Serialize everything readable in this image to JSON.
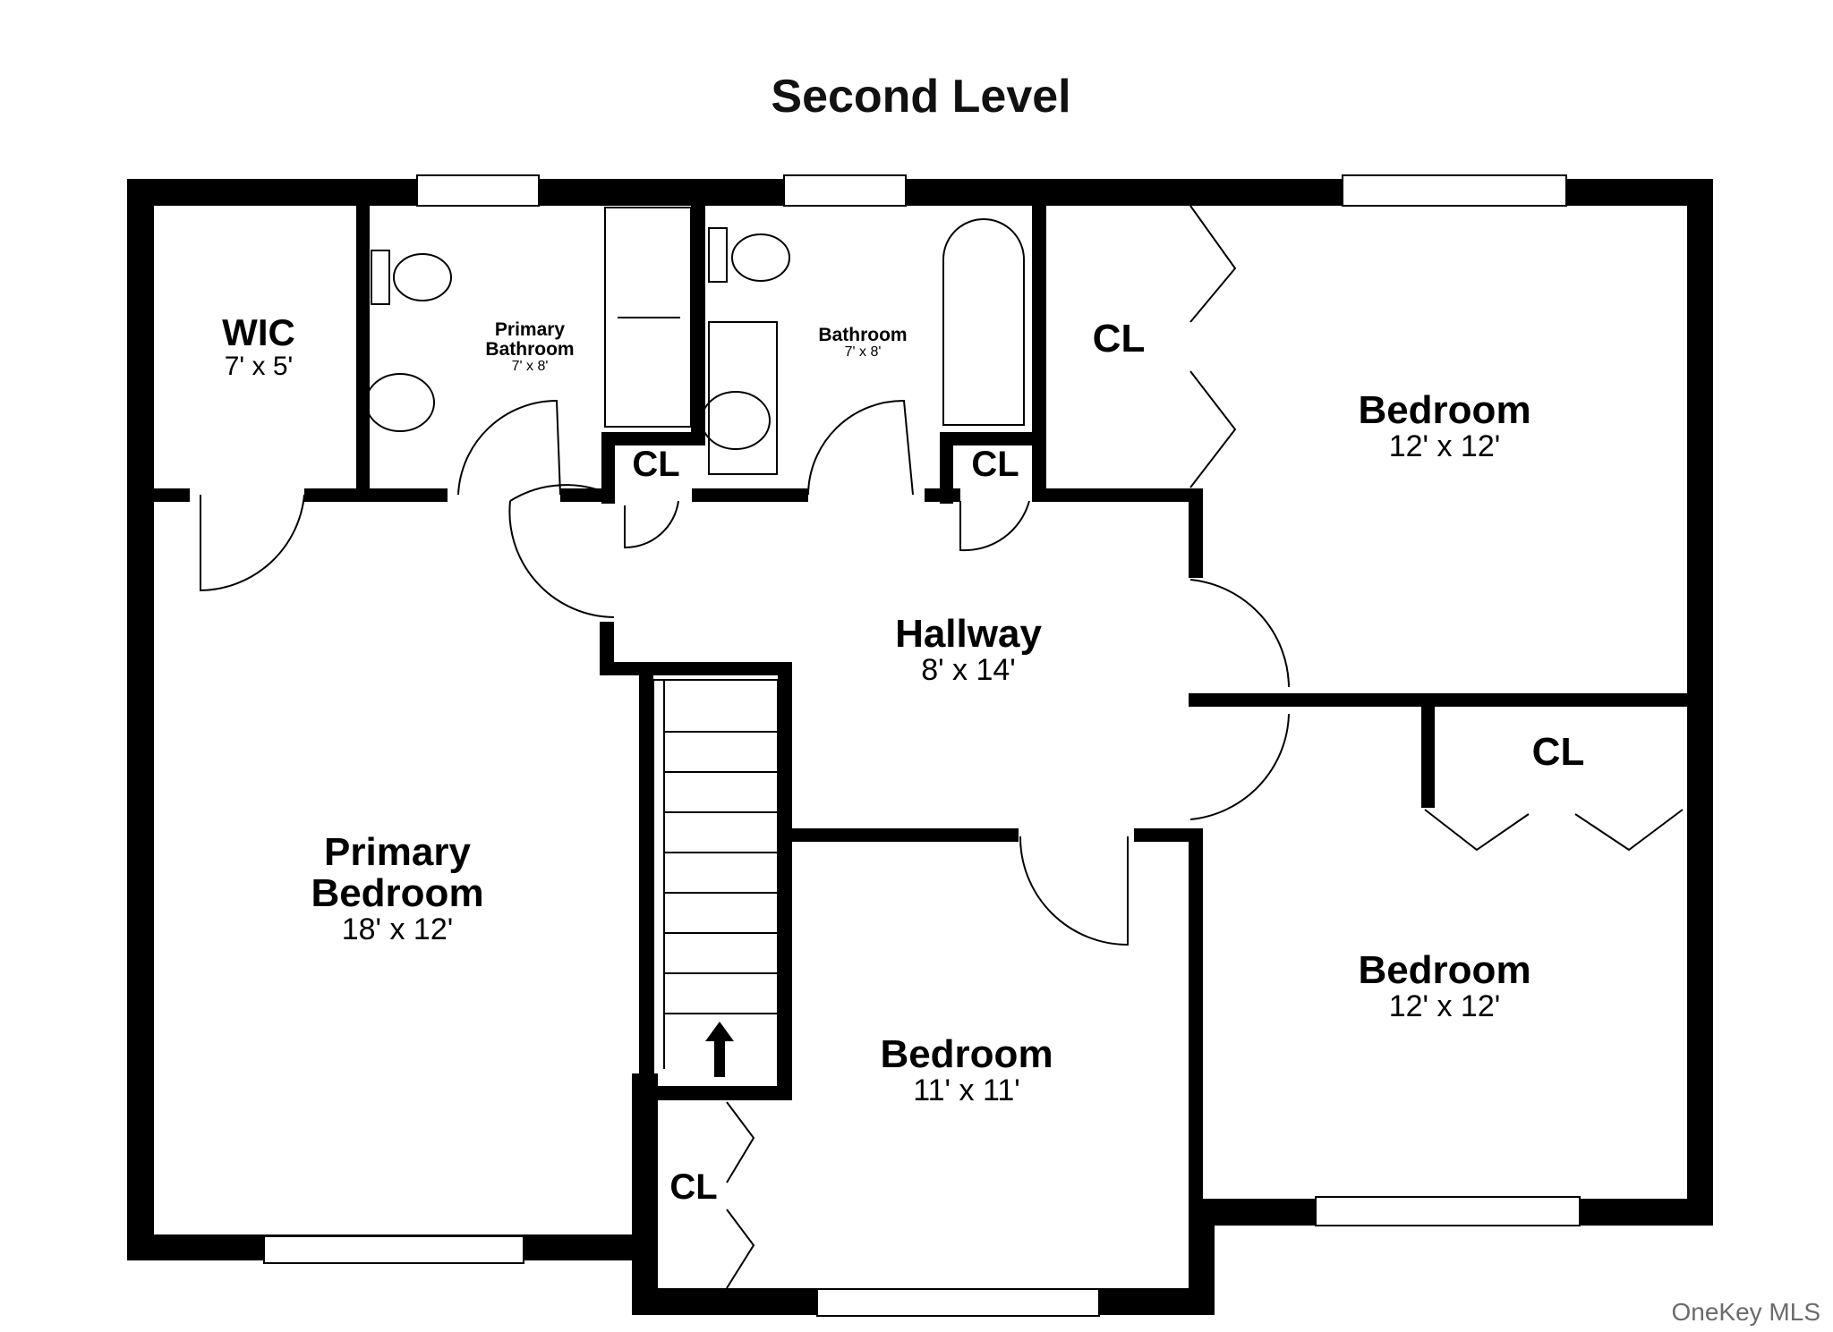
{
  "title": "Second Level",
  "watermark": "OneKey MLS",
  "rooms": {
    "wic": {
      "name": "WIC",
      "size": "7' x 5'"
    },
    "primary_bathroom": {
      "name": "Primary Bathroom",
      "size": "7' x 8'"
    },
    "bathroom": {
      "name": "Bathroom",
      "size": "7' x 8'"
    },
    "bedroom_ne": {
      "name": "Bedroom",
      "size": "12' x 12'"
    },
    "hallway": {
      "name": "Hallway",
      "size": "8' x 14'"
    },
    "primary_bedroom": {
      "name": "Primary Bedroom",
      "size": "18' x 12'"
    },
    "bedroom_se": {
      "name": "Bedroom",
      "size": "12' x 12'"
    },
    "bedroom_s": {
      "name": "Bedroom",
      "size": "11' x 11'"
    }
  },
  "closets": {
    "cl_1": "CL",
    "cl_2": "CL",
    "cl_3": "CL",
    "cl_4": "CL",
    "cl_5": "CL"
  },
  "colors": {
    "wall": "#000000",
    "window": "#ffffff",
    "watermark": "#6b6b6b"
  }
}
